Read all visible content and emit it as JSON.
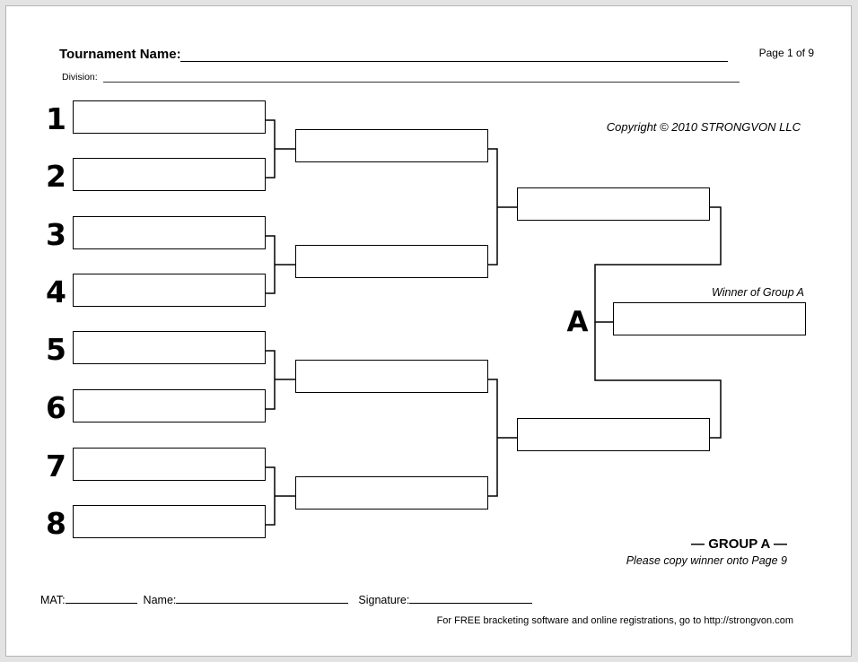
{
  "page": {
    "title_label": "Tournament Name:",
    "page_indicator": "Page 1 of 9",
    "division_label": "Division:",
    "copyright": "Copyright © 2010 STRONGVON LLC",
    "winner_label": "Winner of Group A",
    "group_letter": "A",
    "group_heading": "— GROUP A —",
    "copy_note": "Please copy winner onto Page 9",
    "mat_label": "MAT:",
    "name_label": "Name:",
    "signature_label": "Signature:",
    "footer_note": "For FREE bracketing software and online registrations, go to http://strongvon.com"
  },
  "bracket": {
    "group": "A",
    "seeds": [
      "1",
      "2",
      "3",
      "4",
      "5",
      "6",
      "7",
      "8"
    ],
    "round1": [
      "",
      "",
      "",
      "",
      "",
      "",
      "",
      ""
    ],
    "round2": [
      "",
      "",
      "",
      ""
    ],
    "round3": [
      "",
      ""
    ],
    "winner": ""
  },
  "colors": {
    "ink": "#000000",
    "sheet": "#ffffff",
    "canvas_background": "#e3e3e3",
    "sheet_border": "#b5b5b5"
  }
}
